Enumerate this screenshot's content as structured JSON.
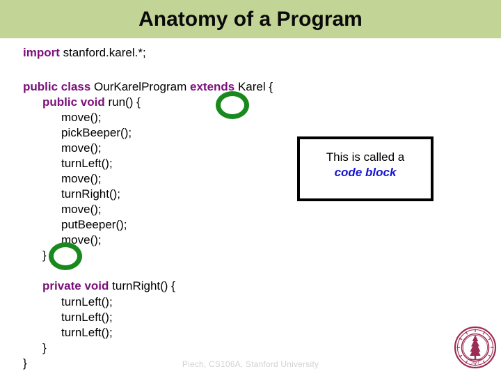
{
  "slide": {
    "title": "Anatomy of a Program",
    "header_bg": "#c3d497",
    "keyword_color": "#7b0f7b",
    "highlight_color": "#19891e",
    "accent_color": "#1414d2",
    "seal_color": "#9c2c54"
  },
  "code": {
    "lines": [
      {
        "indent": 0,
        "keyword": "import",
        "plain": " stanford.karel.*;"
      },
      {
        "indent": 0,
        "keyword": "",
        "plain": ""
      },
      {
        "indent": 0,
        "keyword": "public class",
        "plain": " OurKarelProgram ",
        "keyword2": "extends",
        "plain2": " Karel {"
      },
      {
        "indent": 1,
        "keyword": "public void",
        "plain": " run() {"
      },
      {
        "indent": 2,
        "keyword": "",
        "plain": "move();"
      },
      {
        "indent": 2,
        "keyword": "",
        "plain": "pickBeeper();"
      },
      {
        "indent": 2,
        "keyword": "",
        "plain": "move();"
      },
      {
        "indent": 2,
        "keyword": "",
        "plain": "turnLeft();"
      },
      {
        "indent": 2,
        "keyword": "",
        "plain": "move();"
      },
      {
        "indent": 2,
        "keyword": "",
        "plain": "turnRight();"
      },
      {
        "indent": 2,
        "keyword": "",
        "plain": "move();"
      },
      {
        "indent": 2,
        "keyword": "",
        "plain": "putBeeper();"
      },
      {
        "indent": 2,
        "keyword": "",
        "plain": "move();"
      },
      {
        "indent": 1,
        "keyword": "",
        "plain": "}"
      },
      {
        "indent": 0,
        "keyword": "",
        "plain": ""
      },
      {
        "indent": 1,
        "keyword": "private void",
        "plain": " turnRight() {"
      },
      {
        "indent": 2,
        "keyword": "",
        "plain": "turnLeft();"
      },
      {
        "indent": 2,
        "keyword": "",
        "plain": "turnLeft();"
      },
      {
        "indent": 2,
        "keyword": "",
        "plain": "turnLeft();"
      },
      {
        "indent": 1,
        "keyword": "",
        "plain": "}"
      },
      {
        "indent": 0,
        "keyword": "",
        "plain": "}"
      }
    ],
    "line_import_keyword": "import",
    "line_import_plain": " stanford.karel.*;",
    "line_class_keyword": "public class",
    "line_class_mid": " OurKarelProgram ",
    "line_class_keyword2": "extends",
    "line_class_tail": " Karel {",
    "line_run_keyword": "public void",
    "line_run_tail": " run() {",
    "stmt_move": "move();",
    "stmt_pickbeeper": "pickBeeper();",
    "stmt_turnleft": "turnLeft();",
    "stmt_turnright": "turnRight();",
    "stmt_putbeeper": "putBeeper();",
    "line_private_keyword": "private void",
    "line_private_tail": " turnRight() {",
    "brace_close": "}"
  },
  "callout": {
    "line1": "This is called a",
    "line2": "code block"
  },
  "footer": {
    "credit": "Piech, CS106A, Stanford University"
  }
}
